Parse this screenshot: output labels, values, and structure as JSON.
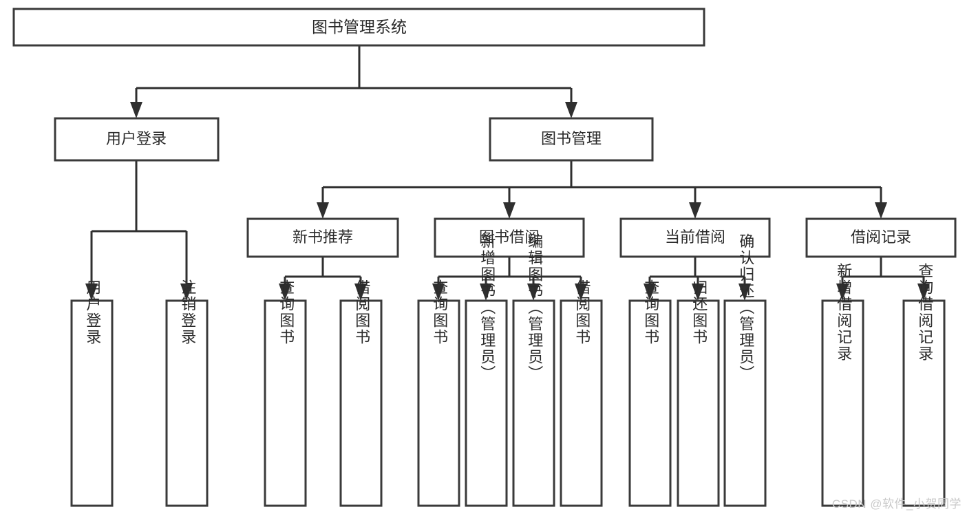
{
  "diagram": {
    "title": "图书管理系统",
    "watermark": "CSDN @软件_小贺同学",
    "colors": {
      "box_stroke": "#3a3a3a",
      "connector": "#2f2f2f",
      "box_fill": "#ffffff",
      "text": "#2b2b2b",
      "background": "#ffffff",
      "watermark": "#c9c9c9"
    },
    "root": {
      "label": "图书管理系统"
    },
    "level1": [
      {
        "label": "用户登录"
      },
      {
        "label": "图书管理"
      }
    ],
    "level2": [
      {
        "label": "新书推荐"
      },
      {
        "label": "图书借阅"
      },
      {
        "label": "当前借阅"
      },
      {
        "label": "借阅记录"
      }
    ],
    "leaves": {
      "user_login": [
        {
          "label": "用户登录"
        },
        {
          "label": "注销登录"
        }
      ],
      "new_book_recommend": [
        {
          "label": "查询图书"
        },
        {
          "label": "借阅图书"
        }
      ],
      "book_borrow": [
        {
          "label": "查询图书"
        },
        {
          "label": "新增图书（管理员）"
        },
        {
          "label": "编辑图书（管理员）"
        },
        {
          "label": "借阅图书"
        }
      ],
      "current_borrow": [
        {
          "label": "查询图书"
        },
        {
          "label": "归还图书"
        },
        {
          "label": "确认归还（管理员）"
        }
      ],
      "borrow_record": [
        {
          "label": "新增借阅记录"
        },
        {
          "label": "查询借阅记录"
        }
      ]
    }
  }
}
